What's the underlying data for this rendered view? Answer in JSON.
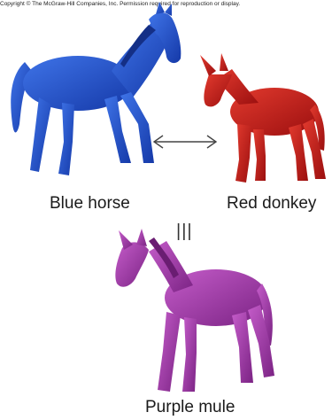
{
  "header": {
    "copyright": "Copyright © The McGraw-Hill Companies, Inc. Permission required for reproduction or display."
  },
  "labels": {
    "blue_horse": "Blue horse",
    "red_donkey": "Red donkey",
    "purple_mule": "Purple mule",
    "equals_mark": "|||"
  },
  "colors": {
    "horse": "#1f4fc9",
    "donkey": "#c41515",
    "mule": "#a13aa8"
  },
  "icons": {
    "cross_arrow": "double-headed-arrow"
  }
}
